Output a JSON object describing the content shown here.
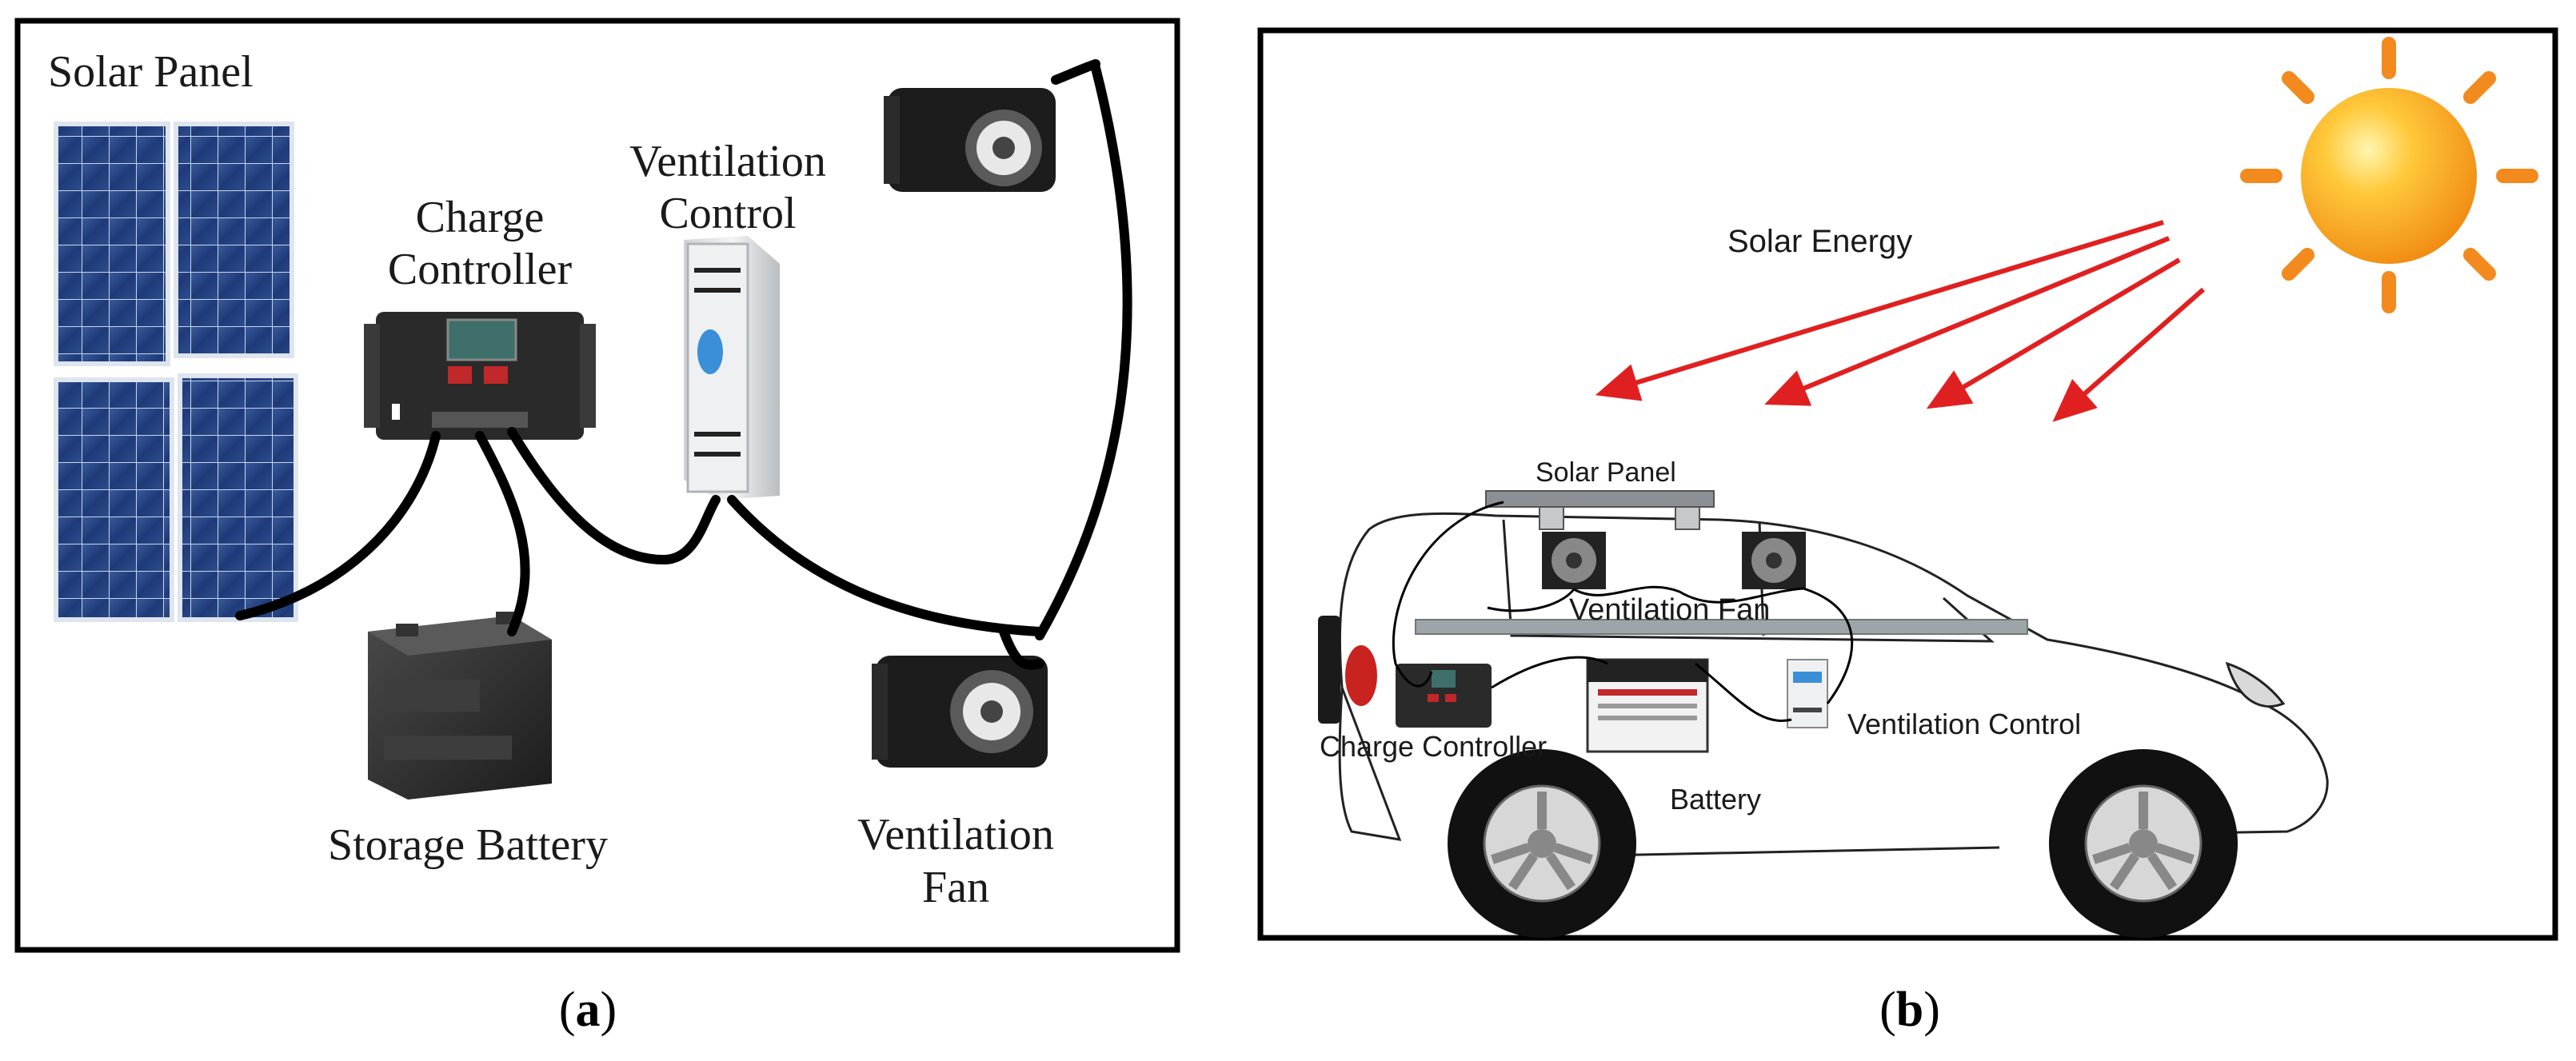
{
  "panel_a": {
    "caption_open": "(",
    "caption_letter": "a",
    "caption_close": ")",
    "labels": {
      "solar_panel": "Solar Panel",
      "charge_controller_1": "Charge",
      "charge_controller_2": "Controller",
      "ventilation_control_1": "Ventilation",
      "ventilation_control_2": "Control",
      "storage_battery": "Storage Battery",
      "ventilation_fan_1": "Ventilation",
      "ventilation_fan_2": "Fan"
    }
  },
  "panel_b": {
    "caption_open": "(",
    "caption_letter": "b",
    "caption_close": ")",
    "labels": {
      "solar_energy": "Solar Energy",
      "solar_panel": "Solar Panel",
      "ventilation_fan": "Ventilation Fan",
      "charge_controller": "Charge Controller",
      "battery": "Battery",
      "ventilation_control": "Ventilation Control"
    }
  },
  "colors": {
    "sun": "#f7a21b",
    "sun_rays": "#f28a1e",
    "arrows": "#e02020",
    "wire": "#000000"
  }
}
